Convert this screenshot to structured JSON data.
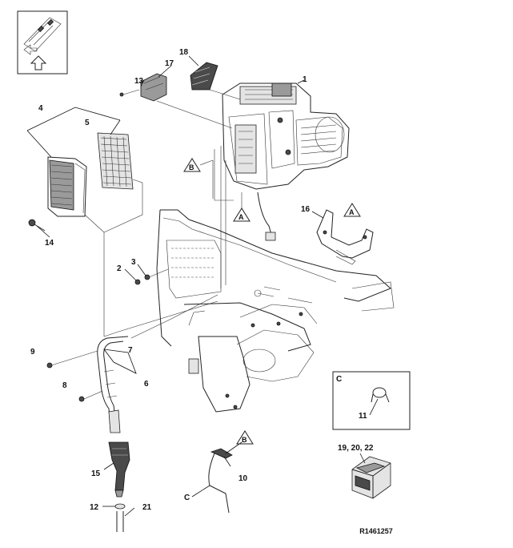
{
  "callouts": {
    "n1": "1",
    "n2": "2",
    "n3": "3",
    "n4": "4",
    "n5": "5",
    "n6": "6",
    "n7": "7",
    "n8": "8",
    "n9": "9",
    "n10": "10",
    "n11": "11",
    "n12": "12",
    "n13": "13",
    "n14": "14",
    "n15": "15",
    "n16": "16",
    "n17": "17",
    "n18": "18",
    "n21": "21",
    "n19_20_22": "19, 20, 22"
  },
  "markers": {
    "a": "A",
    "b": "B"
  },
  "detail_c": {
    "letter": "C"
  },
  "pipe_end_label": "C",
  "reference_code": "R1461257",
  "orientation": {
    "icon": "arrow-up-icon"
  }
}
